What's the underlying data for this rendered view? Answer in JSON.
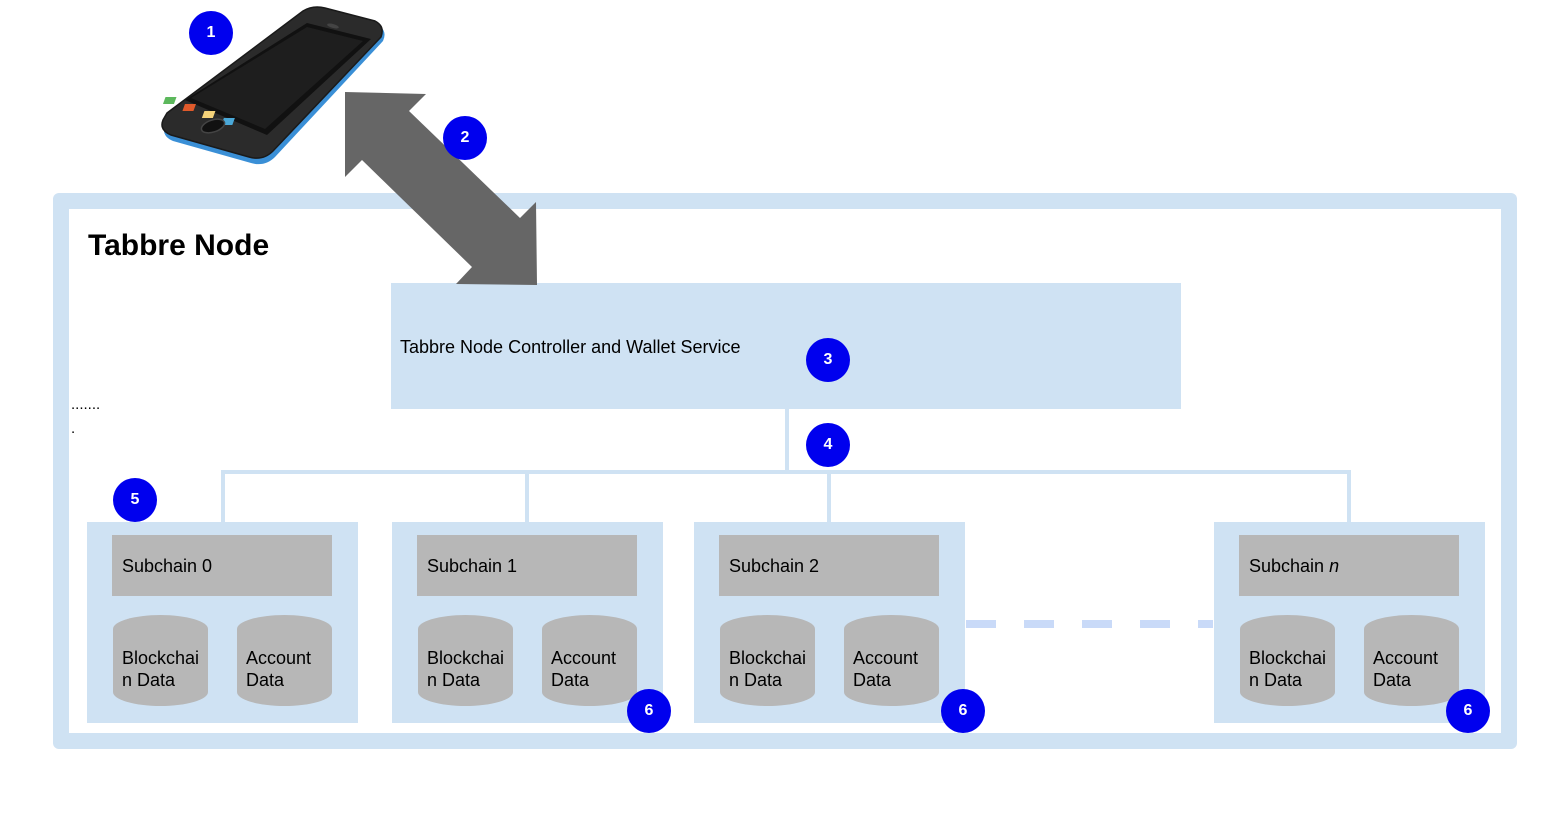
{
  "node": {
    "title": "Tabbre Node",
    "dots_line1": ".......",
    "dots_line2": "."
  },
  "controller": {
    "label": "Tabbre Node Controller and Wallet Service"
  },
  "subchains": [
    {
      "label": "Subchain 0",
      "label_italic_part": "",
      "store1": "Blockchain Data",
      "store2": "Account Data"
    },
    {
      "label": "Subchain 1",
      "label_italic_part": "",
      "store1": "Blockchain Data",
      "store2": "Account Data"
    },
    {
      "label": "Subchain 2",
      "label_italic_part": "",
      "store1": "Blockchain Data",
      "store2": "Account Data"
    },
    {
      "label": "Subchain ",
      "label_italic_part": "n",
      "store1": "Blockchain Data",
      "store2": "Account Data"
    }
  ],
  "badges": {
    "b1": "1",
    "b2": "2",
    "b3": "3",
    "b4": "4",
    "b5": "5",
    "b6a": "6",
    "b6b": "6",
    "b6c": "6"
  },
  "colors": {
    "frame_blue": "#cfe2f3",
    "header_gray": "#b7b7b7",
    "badge_blue": "#0000ee",
    "arrow_gray": "#666666",
    "connector_blue": "#cfe2f3"
  },
  "icons": {
    "device": "smartphone-icon",
    "link": "double-arrow-icon",
    "storage": "database-cylinder-icon"
  }
}
